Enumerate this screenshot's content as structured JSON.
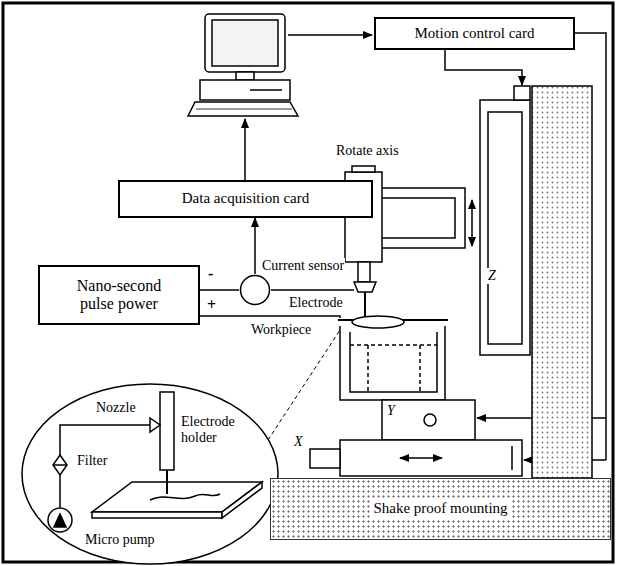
{
  "diagram": {
    "nodes": [
      {
        "text": [
          "Motion control card"
        ]
      },
      {
        "text": [
          "Data acquisition card"
        ]
      },
      {
        "text": [
          "Nano-second pulse power"
        ]
      },
      {
        "text": [
          "Current sensor"
        ]
      },
      {
        "text": [
          "Shake proof mounting"
        ]
      }
    ],
    "edges": [
      {
        "from": 3,
        "to": 1,
        "arrow": "to"
      },
      {
        "from": 2,
        "to": 3,
        "arrow": "none"
      }
    ],
    "labels": [
      "Rotate axis",
      "-",
      "+",
      "Z",
      "Electrode",
      "Workpiece",
      "Nozzle",
      "Electrode holder",
      "Y",
      "X",
      "Filter",
      "Micro pump"
    ]
  }
}
